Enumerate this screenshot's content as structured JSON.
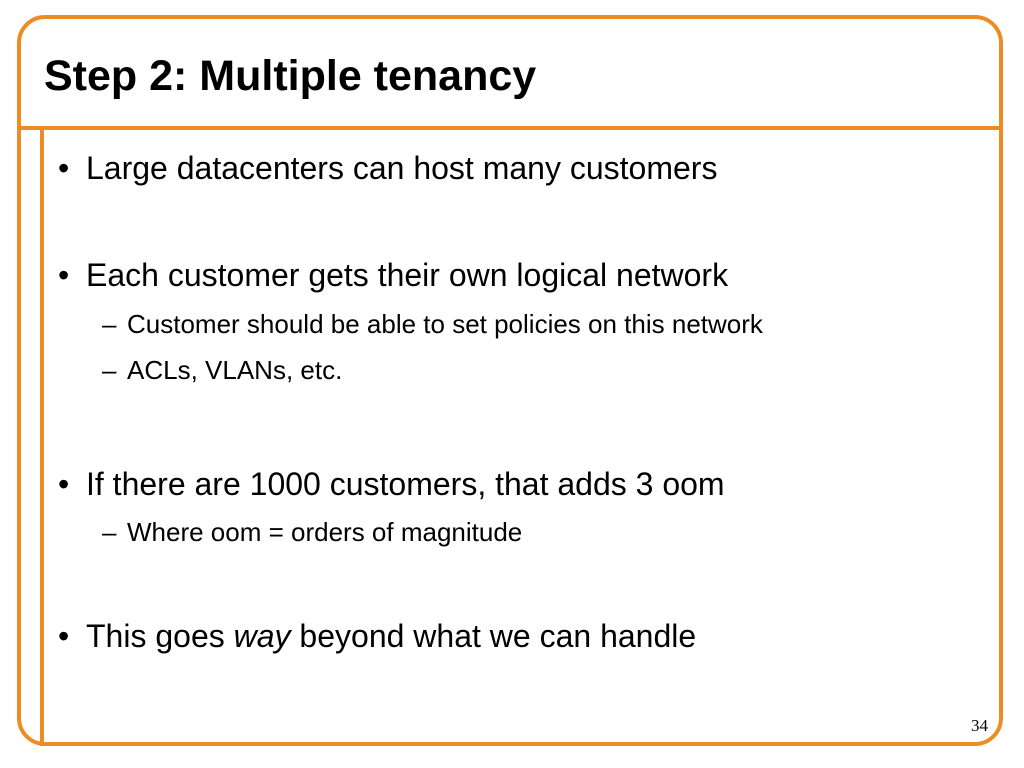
{
  "slide": {
    "title": "Step 2: Multiple tenancy",
    "page_number": "34"
  },
  "bullets": [
    {
      "marker": "•",
      "text": "Large datacenters can host many customers"
    },
    {
      "marker": "•",
      "text": "Each customer gets their own logical network",
      "subitems": [
        {
          "marker": "–",
          "text": "Customer should be able to set policies on this network"
        },
        {
          "marker": "–",
          "text": "ACLs, VLANs, etc."
        }
      ]
    },
    {
      "marker": "•",
      "text": "If there are 1000 customers, that adds 3 oom",
      "subitems": [
        {
          "marker": "–",
          "text": "Where oom = orders of magnitude"
        }
      ]
    },
    {
      "marker": "•",
      "text_before": "This goes ",
      "text_emphasis": "way",
      "text_after": " beyond what we can handle"
    }
  ],
  "colors": {
    "accent": "#ee8b22",
    "text": "#000000",
    "background": "#ffffff"
  }
}
